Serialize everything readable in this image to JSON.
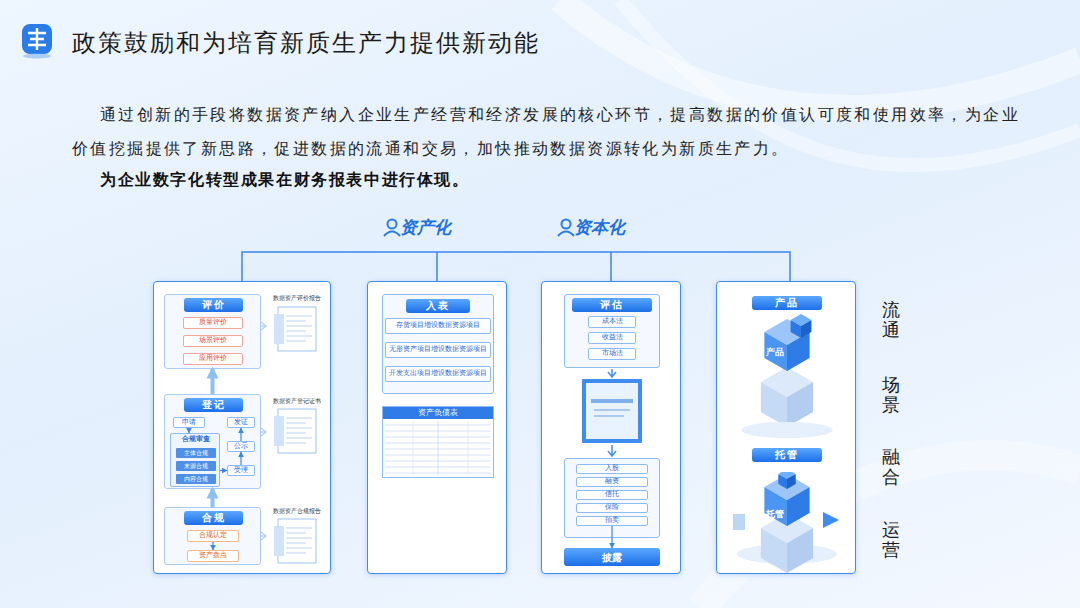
{
  "diagram": {
    "title": "政策鼓励和为培育新质生产力提供新动能",
    "nodes": [
      {
        "text": [
          "数据资产评价报告",
          "数据资产登记证书",
          "数据资产合规报告"
        ]
      },
      {
        "text": [
          "评价"
        ],
        "in": 0
      },
      {
        "text": [
          "质量评价"
        ],
        "in": 1
      },
      {
        "text": [
          "场景评价"
        ],
        "in": 1
      },
      {
        "text": [
          "应用评价"
        ],
        "in": 1
      },
      {
        "text": [
          "登记"
        ],
        "in": 0
      },
      {
        "text": [
          "申请"
        ],
        "in": 5
      },
      {
        "text": [
          "合规审查"
        ],
        "in": 5
      },
      {
        "text": [
          "主体合规"
        ],
        "in": 7
      },
      {
        "text": [
          "来源合规"
        ],
        "in": 7
      },
      {
        "text": [
          "内容合规"
        ],
        "in": 7
      },
      {
        "text": [
          "发证"
        ],
        "in": 5
      },
      {
        "text": [
          "公示"
        ],
        "in": 5
      },
      {
        "text": [
          "受理"
        ],
        "in": 5
      },
      {
        "text": [
          "合规"
        ],
        "in": 0
      },
      {
        "text": [
          "合规认定"
        ],
        "in": 14
      },
      {
        "text": [
          "资产盘点"
        ],
        "in": 14
      },
      {
        "text": [
          "入表"
        ]
      },
      {
        "text": [
          "存货项目增设数据资源项目"
        ],
        "in": 17
      },
      {
        "text": [
          "无形资产项目增设数据资源项目"
        ],
        "in": 17
      },
      {
        "text": [
          "开发支出项目增设数据资源项目"
        ],
        "in": 17
      },
      {
        "text": [
          "资产负债表"
        ],
        "in": 17
      },
      {
        "text": [
          "评估"
        ]
      },
      {
        "text": [
          "成本法"
        ],
        "in": 22
      },
      {
        "text": [
          "收益法"
        ],
        "in": 22
      },
      {
        "text": [
          "市场法"
        ],
        "in": 22
      },
      {
        "text": [
          "入股"
        ],
        "in": 22
      },
      {
        "text": [
          "融资"
        ],
        "in": 22
      },
      {
        "text": [
          "信托"
        ],
        "in": 22
      },
      {
        "text": [
          "保险"
        ],
        "in": 22
      },
      {
        "text": [
          "拍卖"
        ],
        "in": 22
      },
      {
        "text": [
          "披露"
        ],
        "in": 22
      },
      {
        "text": [
          "产品",
          "托管"
        ]
      }
    ],
    "edges": [
      {
        "from": 14,
        "to": 5,
        "arrow": "to"
      },
      {
        "from": 5,
        "to": 1,
        "arrow": "to"
      },
      {
        "from": 6,
        "to": 7,
        "arrow": "to"
      },
      {
        "from": 7,
        "to": 13,
        "arrow": "to"
      },
      {
        "from": 13,
        "to": 12,
        "arrow": "to"
      },
      {
        "from": 12,
        "to": 11,
        "arrow": "to"
      },
      {
        "from": 15,
        "to": 16,
        "arrow": "to"
      },
      {
        "from": 30,
        "to": 31,
        "arrow": "to"
      }
    ],
    "labels": [
      "通过创新的手段将数据资产纳入企业生产经营和经济发展的核心环节，提高数据的价值认可度和使用效率，为企业价值挖掘提供了新思路，促进数据的流通和交易，加快推动数据资源转化为新质生产力。",
      "为企业数字化转型成果在财务报表中进行体现。",
      "资产化",
      "资本化",
      "流通",
      "场景",
      "融合",
      "运营",
      "产品",
      "托管"
    ]
  }
}
